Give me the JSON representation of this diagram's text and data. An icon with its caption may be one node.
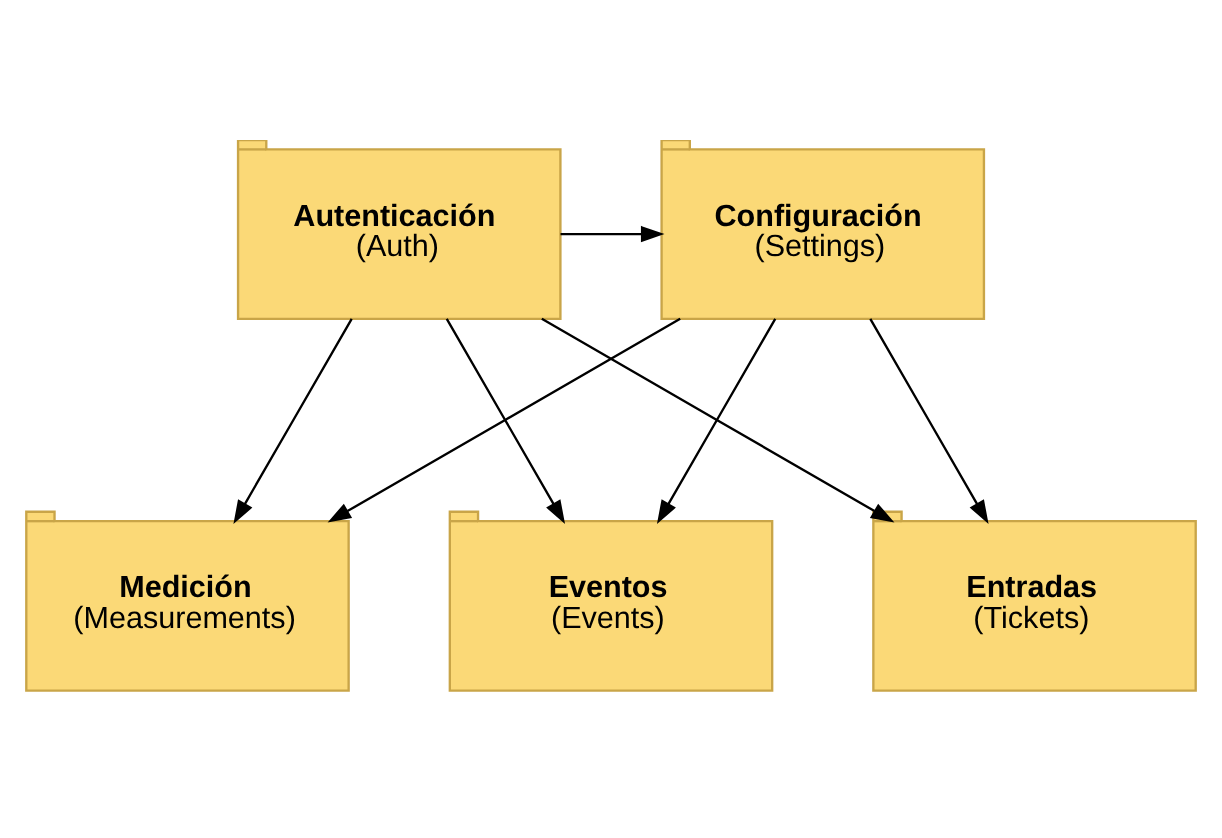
{
  "diagram": {
    "nodes": [
      {
        "text": [
          "Autenticación",
          "(Auth)"
        ]
      },
      {
        "text": [
          "Configuración",
          "(Settings)"
        ]
      },
      {
        "text": [
          "Medición",
          "(Measurements)"
        ]
      },
      {
        "text": [
          "Eventos",
          "(Events)"
        ]
      },
      {
        "text": [
          "Entradas",
          "(Tickets)"
        ]
      }
    ],
    "edges": [
      {
        "from": 0,
        "to": 1,
        "arrow": "to"
      },
      {
        "from": 0,
        "to": 2,
        "arrow": "to"
      },
      {
        "from": 0,
        "to": 3,
        "arrow": "to"
      },
      {
        "from": 0,
        "to": 4,
        "arrow": "to"
      },
      {
        "from": 1,
        "to": 2,
        "arrow": "to"
      },
      {
        "from": 1,
        "to": 3,
        "arrow": "to"
      },
      {
        "from": 1,
        "to": 4,
        "arrow": "to"
      }
    ]
  }
}
